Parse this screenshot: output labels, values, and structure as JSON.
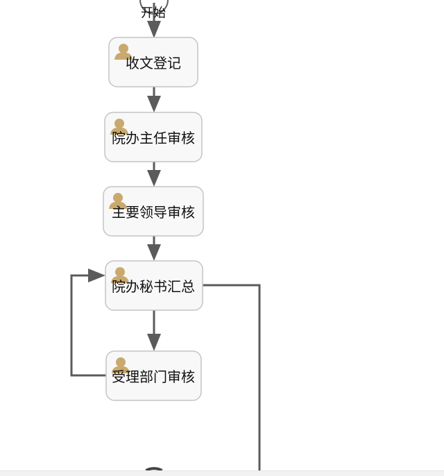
{
  "diagram": {
    "start_label": "开始",
    "nodes": [
      {
        "label": "收文登记",
        "icon": "user-icon"
      },
      {
        "label": "院办主任审核",
        "icon": "user-icon"
      },
      {
        "label": "主要领导审核",
        "icon": "user-icon"
      },
      {
        "label": "院办秘书汇总",
        "icon": "user-icon"
      },
      {
        "label": "受理部门审核",
        "icon": "user-icon"
      }
    ],
    "colors": {
      "edge": "#5b5b5b",
      "node_fill": "#f8f8f8",
      "node_border": "#c4c4c4",
      "user_icon": "#c9a96e"
    }
  }
}
